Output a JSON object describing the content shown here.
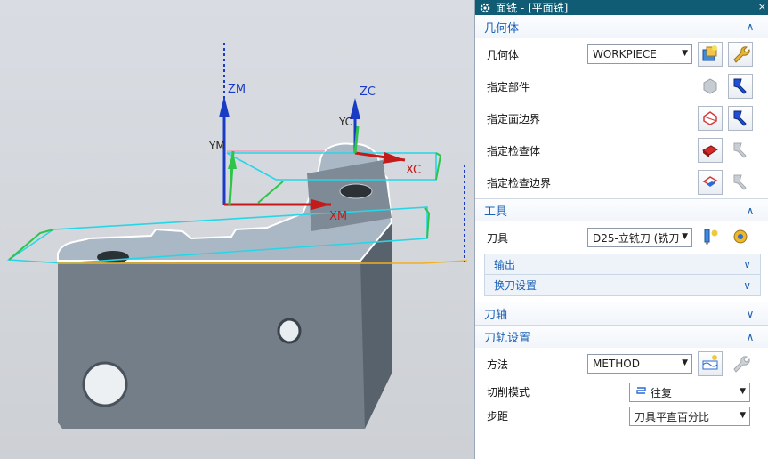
{
  "dialog": {
    "title": "面铣 - [平面铣]",
    "close_glyph": "×",
    "icon": "gear-icon"
  },
  "viewport": {
    "axis_labels": {
      "zm": "ZM",
      "zc": "ZC",
      "ym": "YM",
      "yc": "YC",
      "xc": "XC",
      "xm": "XM"
    }
  },
  "geometry_section": {
    "title": "几何体",
    "expanded": true,
    "geometry_label": "几何体",
    "geometry_value": "WORKPIECE",
    "rows": [
      {
        "label": "指定部件"
      },
      {
        "label": "指定面边界"
      },
      {
        "label": "指定检查体"
      },
      {
        "label": "指定检查边界"
      }
    ]
  },
  "tool_section": {
    "title": "工具",
    "expanded": true,
    "tool_label": "刀具",
    "tool_value": "D25-立铣刀 (铣刀",
    "subsections": [
      {
        "label": "输出",
        "expanded": false
      },
      {
        "label": "换刀设置",
        "expanded": false
      }
    ]
  },
  "axis_section": {
    "title": "刀轴",
    "expanded": false
  },
  "path_section": {
    "title": "刀轨设置",
    "expanded": true,
    "method_label": "方法",
    "method_value": "METHOD",
    "cut_mode_label": "切削模式",
    "cut_mode_value": "往复",
    "stepover_label": "步距",
    "stepover_value": "刀具平直百分比"
  },
  "colors": {
    "title_bar": "#0f5c74",
    "section_text": "#1b62b5",
    "axis_blue": "#1a3cc4",
    "axis_red": "#c41a1a",
    "boundary_cyan": "#27d6e6",
    "part_gray": "#6f7b86"
  },
  "glyphs": {
    "collapse": "∧",
    "expand": "∨",
    "dropdown": "▼"
  }
}
